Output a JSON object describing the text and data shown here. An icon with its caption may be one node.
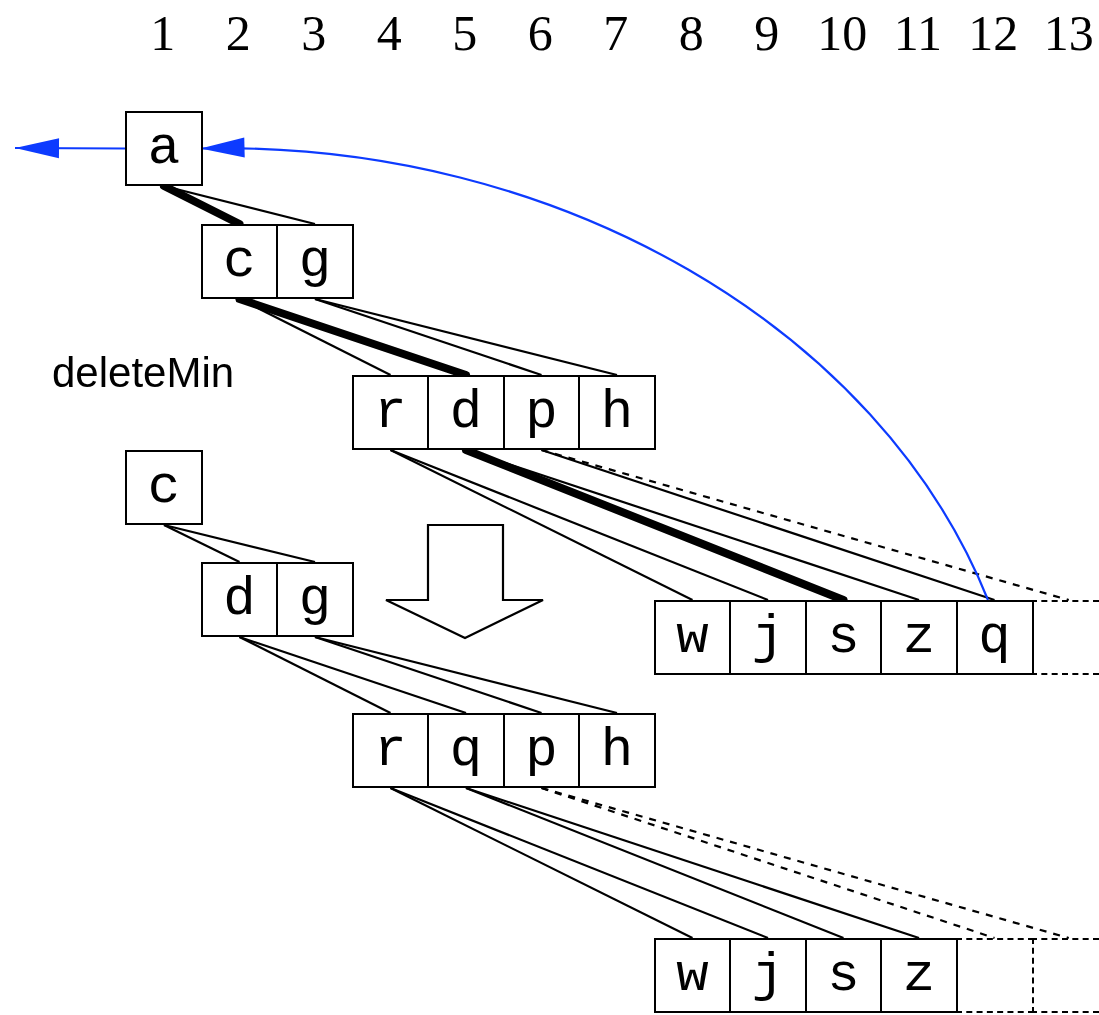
{
  "diagram": {
    "nodes": [
      {
        "text": [
          "a"
        ]
      },
      {
        "text": [
          "c"
        ]
      },
      {
        "text": [
          "g"
        ]
      },
      {
        "text": [
          "r"
        ]
      },
      {
        "text": [
          "d"
        ]
      },
      {
        "text": [
          "p"
        ]
      },
      {
        "text": [
          "h"
        ]
      },
      {
        "text": [
          "w"
        ]
      },
      {
        "text": [
          "j"
        ]
      },
      {
        "text": [
          "s"
        ]
      },
      {
        "text": [
          "z"
        ]
      },
      {
        "text": [
          "q"
        ]
      },
      {
        "text": [],
        "shape": "box"
      },
      {
        "text": [
          "c"
        ]
      },
      {
        "text": [
          "d"
        ]
      },
      {
        "text": [
          "g"
        ]
      },
      {
        "text": [
          "r"
        ]
      },
      {
        "text": [
          "q"
        ]
      },
      {
        "text": [
          "p"
        ]
      },
      {
        "text": [
          "h"
        ]
      },
      {
        "text": [
          "w"
        ]
      },
      {
        "text": [
          "j"
        ]
      },
      {
        "text": [
          "s"
        ]
      },
      {
        "text": [
          "z"
        ]
      },
      {
        "text": [],
        "shape": "box"
      },
      {
        "text": [],
        "shape": "box"
      }
    ],
    "edges": [
      {
        "from": 0,
        "to": 1,
        "arrow": "none",
        "style": "thick"
      },
      {
        "from": 0,
        "to": 2,
        "arrow": "none"
      },
      {
        "from": 1,
        "to": 3,
        "arrow": "none"
      },
      {
        "from": 1,
        "to": 4,
        "arrow": "none",
        "style": "thick"
      },
      {
        "from": 2,
        "to": 5,
        "arrow": "none"
      },
      {
        "from": 2,
        "to": 6,
        "arrow": "none"
      },
      {
        "from": 3,
        "to": 7,
        "arrow": "none"
      },
      {
        "from": 3,
        "to": 8,
        "arrow": "none"
      },
      {
        "from": 4,
        "to": 9,
        "arrow": "none",
        "style": "thick"
      },
      {
        "from": 4,
        "to": 10,
        "arrow": "none"
      },
      {
        "from": 5,
        "to": 11,
        "arrow": "none"
      },
      {
        "from": 5,
        "to": 12,
        "arrow": "none",
        "style": "dashed"
      },
      {
        "from": 11,
        "to": 0,
        "arrow": "to",
        "color": "#0d3bff"
      },
      {
        "from": 0,
        "to": null,
        "arrow": "to",
        "color": "#0d3bff"
      },
      {
        "from": 13,
        "to": 14,
        "arrow": "none"
      },
      {
        "from": 13,
        "to": 15,
        "arrow": "none"
      },
      {
        "from": 14,
        "to": 16,
        "arrow": "none"
      },
      {
        "from": 14,
        "to": 17,
        "arrow": "none"
      },
      {
        "from": 15,
        "to": 18,
        "arrow": "none"
      },
      {
        "from": 15,
        "to": 19,
        "arrow": "none"
      },
      {
        "from": 16,
        "to": 20,
        "arrow": "none"
      },
      {
        "from": 16,
        "to": 21,
        "arrow": "none"
      },
      {
        "from": 17,
        "to": 22,
        "arrow": "none"
      },
      {
        "from": 17,
        "to": 23,
        "arrow": "none"
      },
      {
        "from": 18,
        "to": 24,
        "arrow": "none",
        "style": "dashed"
      },
      {
        "from": 18,
        "to": 25,
        "arrow": "none",
        "style": "dashed"
      }
    ],
    "labels": [
      "1",
      "2",
      "3",
      "4",
      "5",
      "6",
      "7",
      "8",
      "9",
      "10",
      "11",
      "12",
      "13",
      "deleteMin"
    ]
  }
}
